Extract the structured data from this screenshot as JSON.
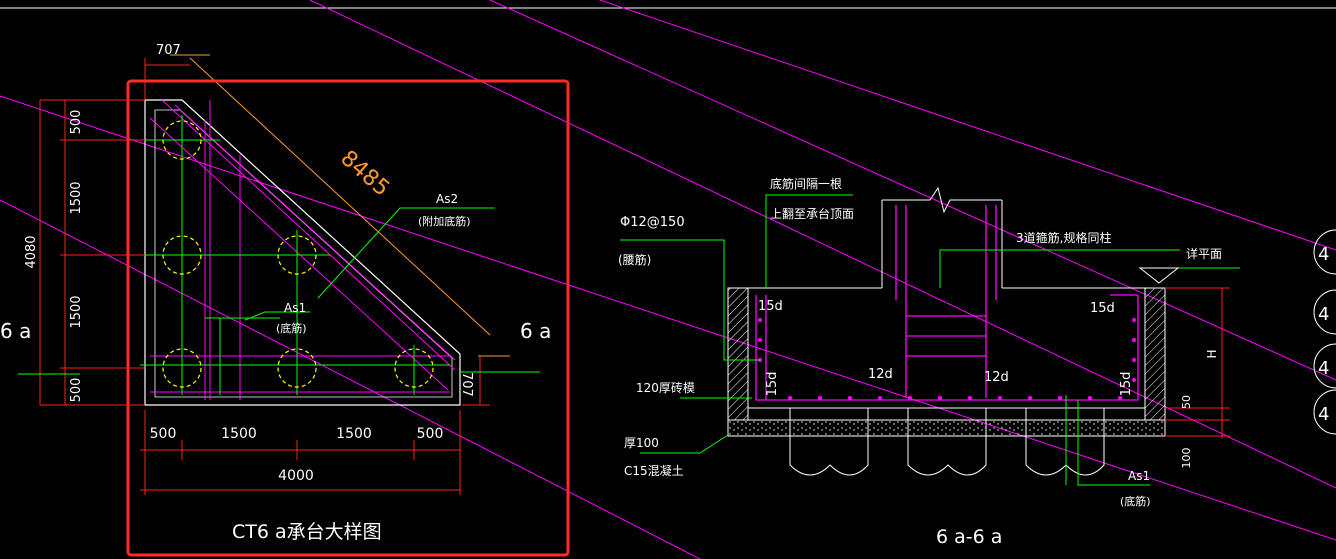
{
  "colors": {
    "background": "#000000",
    "white": "#ffffff",
    "red_dim": "#ff2020",
    "magenta": "#ff00ff",
    "green": "#00ff00",
    "yellow": "#ffff00",
    "orange": "#ff9933",
    "selection": "#ff2a2a"
  },
  "plan": {
    "title": "CT6 a承台大样图",
    "dim_diag": "707",
    "dim_hyp": "8485",
    "dim_right_vert": "707",
    "left_dims": [
      "500",
      "1500",
      "1500",
      "500"
    ],
    "left_total": "4080",
    "bottom_dims": [
      "500",
      "1500",
      "1500",
      "500"
    ],
    "bottom_total": "4000",
    "label_as2": "As2",
    "label_as2_note": "(附加底筋)",
    "label_as1": "As1",
    "label_as1_note": "(底筋)",
    "section_left": "6 a",
    "section_right": "6 a"
  },
  "section": {
    "title": "6 a-6 a",
    "label_top1": "底筋间隔一根",
    "label_top2": "上翻至承台顶面",
    "label_phi": "Φ12@150",
    "label_waist": "(腰筋)",
    "label_stirrups": "3道箍筋,规格同柱",
    "label_finish": "详平面",
    "label_15d": "15d",
    "label_12d": "12d",
    "label_brick": "120厚砖模",
    "label_thick": "厚100",
    "label_concrete": "C15混凝土",
    "label_as1": "As1",
    "label_as1_note": "(底筋)",
    "label_h": "H",
    "label_50": "50",
    "label_100": "100"
  },
  "edge_markers": [
    "4",
    "4",
    "4",
    "4"
  ]
}
